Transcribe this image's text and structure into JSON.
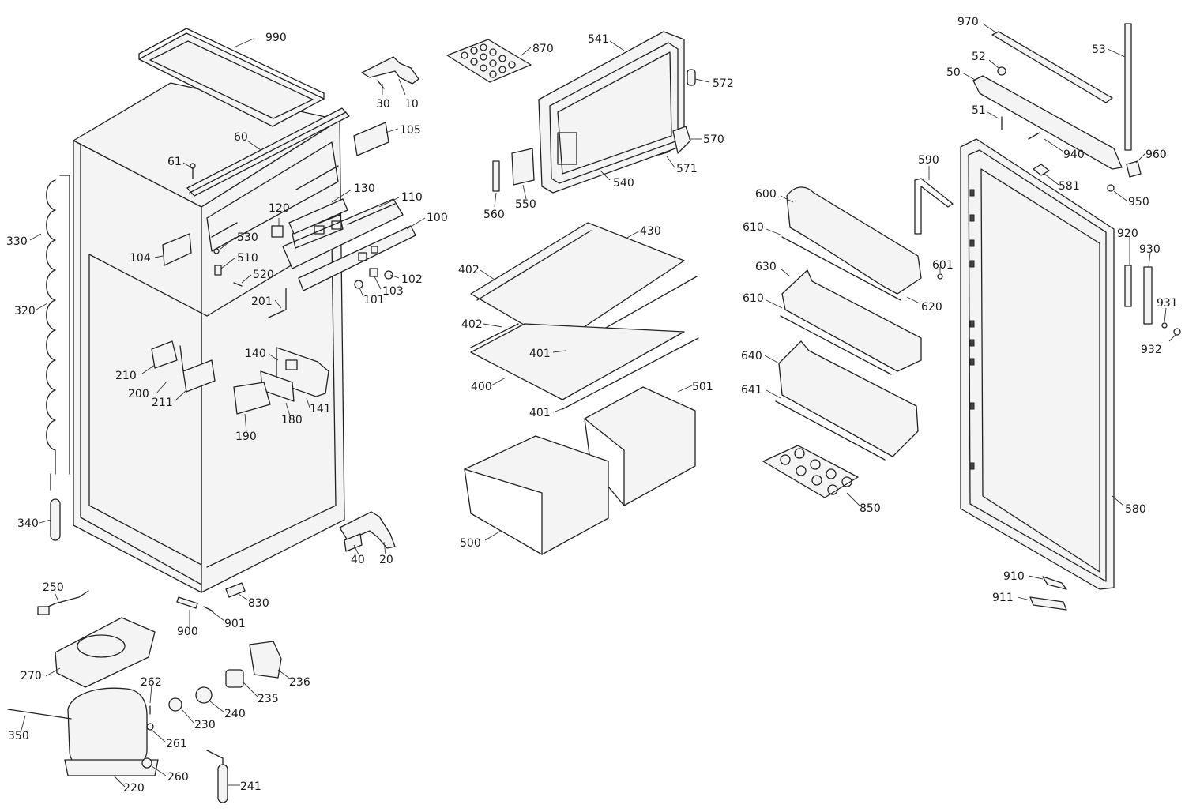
{
  "labels": [
    {
      "id": "990",
      "text": "990"
    },
    {
      "id": "30",
      "text": "30"
    },
    {
      "id": "10",
      "text": "10"
    },
    {
      "id": "105",
      "text": "105"
    },
    {
      "id": "60",
      "text": "60"
    },
    {
      "id": "61",
      "text": "61"
    },
    {
      "id": "130",
      "text": "130"
    },
    {
      "id": "110",
      "text": "110"
    },
    {
      "id": "120",
      "text": "120"
    },
    {
      "id": "100",
      "text": "100"
    },
    {
      "id": "530",
      "text": "530"
    },
    {
      "id": "510",
      "text": "510"
    },
    {
      "id": "520",
      "text": "520"
    },
    {
      "id": "102",
      "text": "102"
    },
    {
      "id": "103",
      "text": "103"
    },
    {
      "id": "101",
      "text": "101"
    },
    {
      "id": "201",
      "text": "201"
    },
    {
      "id": "330",
      "text": "330"
    },
    {
      "id": "104",
      "text": "104"
    },
    {
      "id": "320",
      "text": "320"
    },
    {
      "id": "210",
      "text": "210"
    },
    {
      "id": "200",
      "text": "200"
    },
    {
      "id": "211",
      "text": "211"
    },
    {
      "id": "140",
      "text": "140"
    },
    {
      "id": "141",
      "text": "141"
    },
    {
      "id": "180",
      "text": "180"
    },
    {
      "id": "190",
      "text": "190"
    },
    {
      "id": "340",
      "text": "340"
    },
    {
      "id": "40",
      "text": "40"
    },
    {
      "id": "20",
      "text": "20"
    },
    {
      "id": "250",
      "text": "250"
    },
    {
      "id": "830",
      "text": "830"
    },
    {
      "id": "900",
      "text": "900"
    },
    {
      "id": "901",
      "text": "901"
    },
    {
      "id": "270",
      "text": "270"
    },
    {
      "id": "236",
      "text": "236"
    },
    {
      "id": "235",
      "text": "235"
    },
    {
      "id": "262",
      "text": "262"
    },
    {
      "id": "240",
      "text": "240"
    },
    {
      "id": "230",
      "text": "230"
    },
    {
      "id": "350",
      "text": "350"
    },
    {
      "id": "261",
      "text": "261"
    },
    {
      "id": "260",
      "text": "260"
    },
    {
      "id": "220",
      "text": "220"
    },
    {
      "id": "241",
      "text": "241"
    },
    {
      "id": "870",
      "text": "870"
    },
    {
      "id": "541",
      "text": "541"
    },
    {
      "id": "572",
      "text": "572"
    },
    {
      "id": "570",
      "text": "570"
    },
    {
      "id": "571",
      "text": "571"
    },
    {
      "id": "540",
      "text": "540"
    },
    {
      "id": "560",
      "text": "560"
    },
    {
      "id": "550",
      "text": "550"
    },
    {
      "id": "430",
      "text": "430"
    },
    {
      "id": "402a",
      "text": "402"
    },
    {
      "id": "402b",
      "text": "402"
    },
    {
      "id": "401a",
      "text": "401"
    },
    {
      "id": "400",
      "text": "400"
    },
    {
      "id": "401b",
      "text": "401"
    },
    {
      "id": "501",
      "text": "501"
    },
    {
      "id": "500",
      "text": "500"
    },
    {
      "id": "970",
      "text": "970"
    },
    {
      "id": "53",
      "text": "53"
    },
    {
      "id": "52",
      "text": "52"
    },
    {
      "id": "50",
      "text": "50"
    },
    {
      "id": "51",
      "text": "51"
    },
    {
      "id": "940",
      "text": "940"
    },
    {
      "id": "960",
      "text": "960"
    },
    {
      "id": "581",
      "text": "581"
    },
    {
      "id": "950",
      "text": "950"
    },
    {
      "id": "590",
      "text": "590"
    },
    {
      "id": "600",
      "text": "600"
    },
    {
      "id": "610a",
      "text": "610"
    },
    {
      "id": "601",
      "text": "601"
    },
    {
      "id": "620",
      "text": "620"
    },
    {
      "id": "630",
      "text": "630"
    },
    {
      "id": "610b",
      "text": "610"
    },
    {
      "id": "640",
      "text": "640"
    },
    {
      "id": "641",
      "text": "641"
    },
    {
      "id": "850",
      "text": "850"
    },
    {
      "id": "920",
      "text": "920"
    },
    {
      "id": "930",
      "text": "930"
    },
    {
      "id": "931",
      "text": "931"
    },
    {
      "id": "932",
      "text": "932"
    },
    {
      "id": "580",
      "text": "580"
    },
    {
      "id": "910",
      "text": "910"
    },
    {
      "id": "911",
      "text": "911"
    }
  ]
}
